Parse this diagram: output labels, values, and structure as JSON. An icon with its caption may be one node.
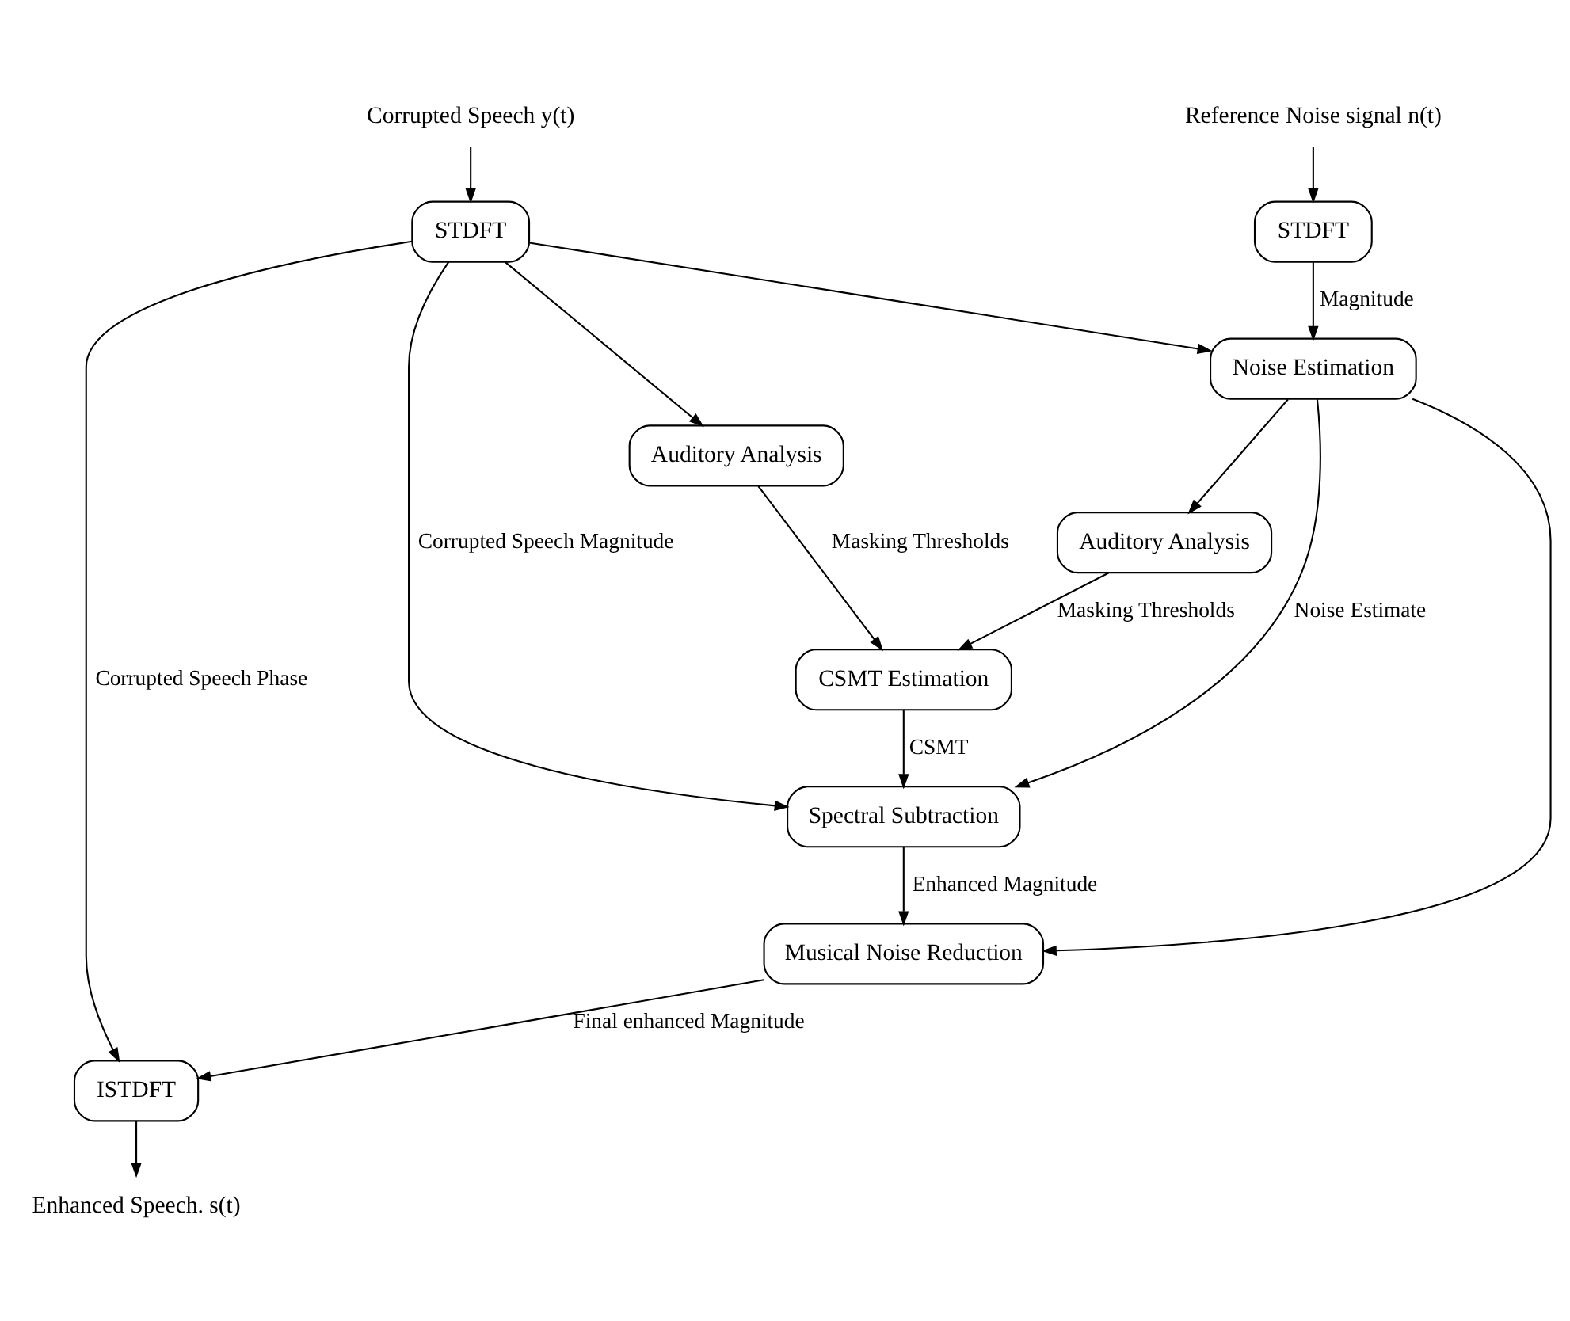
{
  "diagram": {
    "nodes": [
      {
        "text": [
          "Corrupted Speech y(t)"
        ]
      },
      {
        "text": [
          "STDFT"
        ]
      },
      {
        "text": [
          "Auditory Analysis"
        ]
      },
      {
        "text": [
          "CSMT Estimation"
        ]
      },
      {
        "text": [
          "Spectral Subtraction"
        ]
      },
      {
        "text": [
          "Reference Noise signal n(t)"
        ]
      },
      {
        "text": [
          "STDFT"
        ]
      },
      {
        "text": [
          "Auditory Analysis"
        ]
      },
      {
        "text": [
          "Noise Estimation"
        ]
      },
      {
        "text": [
          "Musical Noise Reduction"
        ]
      },
      {
        "text": [
          "ISTDFT"
        ]
      },
      {
        "text": [
          "Enhanced Speech. s(t)"
        ]
      }
    ],
    "edges": [
      {
        "from": 0,
        "to": 1,
        "arrow": "to"
      },
      {
        "from": 1,
        "to": 2,
        "arrow": "to"
      },
      {
        "from": 1,
        "to": 4,
        "arrow": "to",
        "label": "Corrupted Speech Magnitude"
      },
      {
        "from": 1,
        "to": 8,
        "arrow": "to"
      },
      {
        "from": 2,
        "to": 3,
        "arrow": "to",
        "label": "Masking Thresholds"
      },
      {
        "from": 3,
        "to": 4,
        "arrow": "to",
        "label": "CSMT"
      },
      {
        "from": 5,
        "to": 6,
        "arrow": "to"
      },
      {
        "from": 6,
        "to": 8,
        "arrow": "to",
        "label": "Magnitude"
      },
      {
        "from": 7,
        "to": 3,
        "arrow": "to",
        "label": "Masking Thresholds"
      },
      {
        "from": 8,
        "to": 7,
        "arrow": "to"
      },
      {
        "from": 8,
        "to": 4,
        "arrow": "to",
        "label": "Noise Estimate"
      },
      {
        "from": 8,
        "to": 9,
        "arrow": "to"
      },
      {
        "from": 4,
        "to": 9,
        "arrow": "to",
        "label": "Enhanced Magnitude"
      },
      {
        "from": 9,
        "to": 10,
        "arrow": "to",
        "label": "Final enhanced Magnitude"
      },
      {
        "from": 1,
        "to": 10,
        "arrow": "to",
        "label": "Corrupted Speech Phase"
      },
      {
        "from": 10,
        "to": 11,
        "arrow": "to"
      }
    ]
  }
}
